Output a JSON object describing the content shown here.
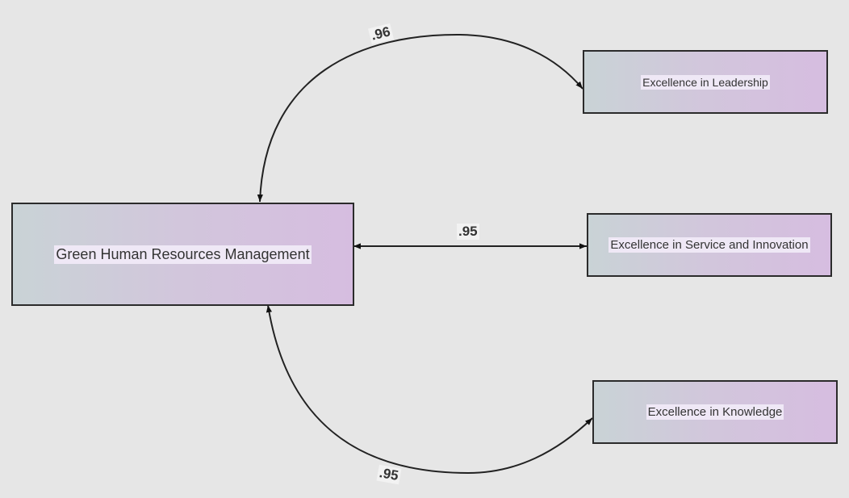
{
  "nodes": {
    "ghrm": "Green Human Resources Management",
    "leadership": "Excellence in Leadership",
    "service": "Excellence in Service and Innovation",
    "knowledge": "Excellence in Knowledge"
  },
  "paths": {
    "leadership_weight": ".96",
    "service_weight": ".95",
    "knowledge_weight": ".95"
  }
}
